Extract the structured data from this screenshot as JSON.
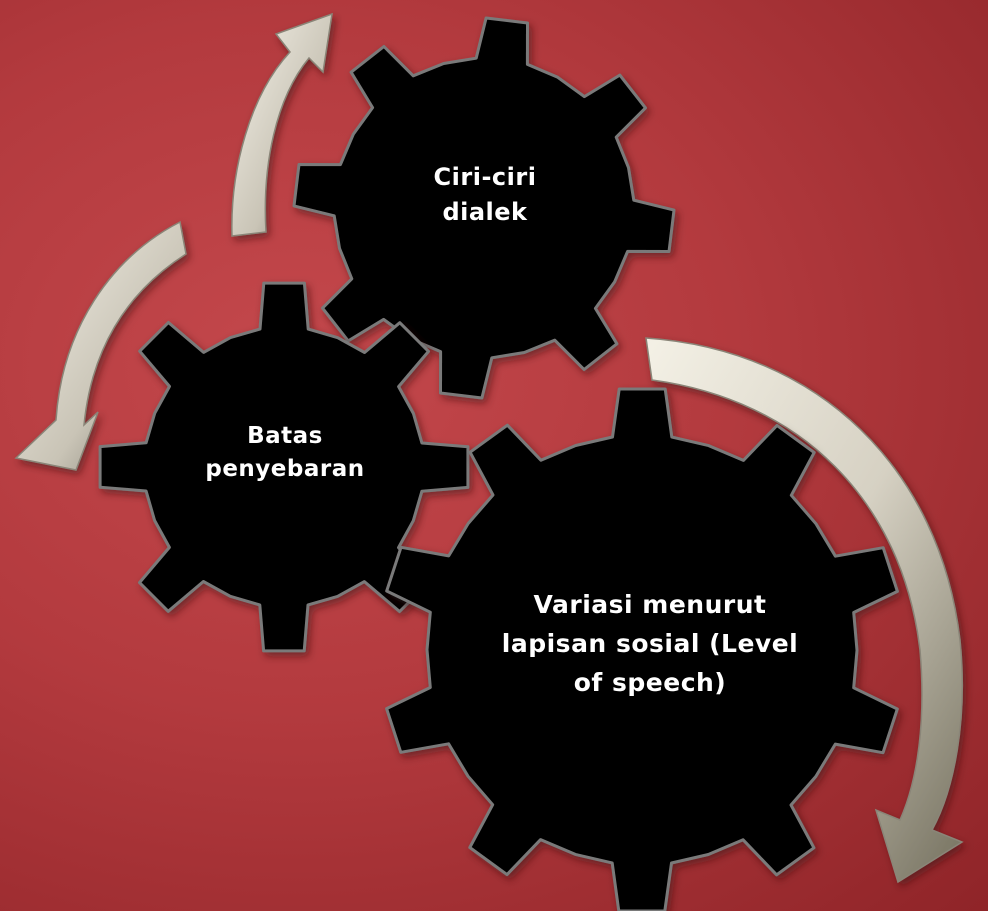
{
  "diagram": {
    "gears": [
      {
        "id": "ciri",
        "lines": [
          "Ciri-ciri",
          "dialek"
        ]
      },
      {
        "id": "batas",
        "lines": [
          "Batas",
          "penyebaran"
        ]
      },
      {
        "id": "variasi",
        "lines": [
          "Variasi menurut",
          "lapisan sosial (Level",
          "of speech)"
        ]
      }
    ],
    "colors": {
      "background": "#b33a3e",
      "gear_fill": "#000000",
      "gear_outline": "#7a7a7a",
      "arrow_light": "#f4f1e6",
      "arrow_dark": "#6e6a60",
      "label_text": "#ffffff"
    },
    "arrows": [
      {
        "id": "top-left-arrow",
        "direction": "up"
      },
      {
        "id": "left-arrow",
        "direction": "down"
      },
      {
        "id": "right-arrow",
        "direction": "down"
      }
    ]
  }
}
